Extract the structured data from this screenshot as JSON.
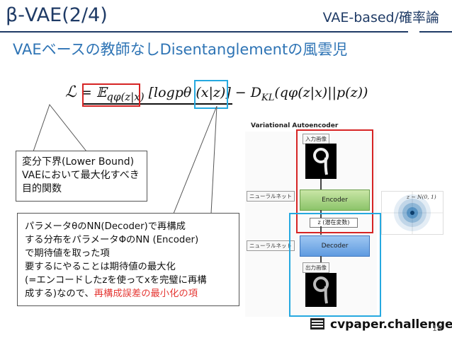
{
  "slide": {
    "title": "β-VAE(2/4)",
    "header_tag": "VAE-based/確率論",
    "subtitle": "VAEベースの教師なしDisentanglementの風雲児",
    "page_number": "19"
  },
  "equation": {
    "lhs": "ℒ",
    "eq": " = 𝔼",
    "expect_sub": "qφ(z|x)",
    "bracket_l": "[",
    "log_part": "log",
    "pthing": "pθ",
    "recon_arg": "(x|z)",
    "bracket_r": "]",
    "minus_kl": " − D",
    "kl_sub": "KL",
    "kl_body": "(qφ(z|x)||p(z))"
  },
  "callouts": {
    "lower_bound": [
      "変分下界(Lower Bound)",
      "VAEにおいて最大化すべき",
      "目的関数"
    ],
    "reconstruction": {
      "lines": [
        "パラメータθのNN(Decoder)で再構成",
        "する分布をパラメータΦのNN (Encoder)",
        "で期待値を取った項",
        "要するにやることは期待値の最大化",
        "(=エンコードしたzを使ってxを完璧に再構"
      ],
      "last_prefix": "成する)なので、",
      "last_highlight": "再構成誤差の最小化の項"
    }
  },
  "diagram": {
    "title": "Variational Autoencoder",
    "input_label": "入力画像",
    "nn_label_top": "ニューラルネット",
    "encoder": "Encoder",
    "z_label": "z (潜在変数)",
    "nn_label_bottom": "ニューラルネット",
    "decoder": "Decoder",
    "output_label": "出力画像",
    "prior_label": "z ∼ N(0, 1)"
  },
  "logo": {
    "text": "cvpaper.challenge"
  },
  "colors": {
    "title": "#1f3b66",
    "subtitle": "#2e74b5",
    "red_box": "#d62424",
    "blue_box": "#26a9e0",
    "highlight_text": "#e53935"
  }
}
